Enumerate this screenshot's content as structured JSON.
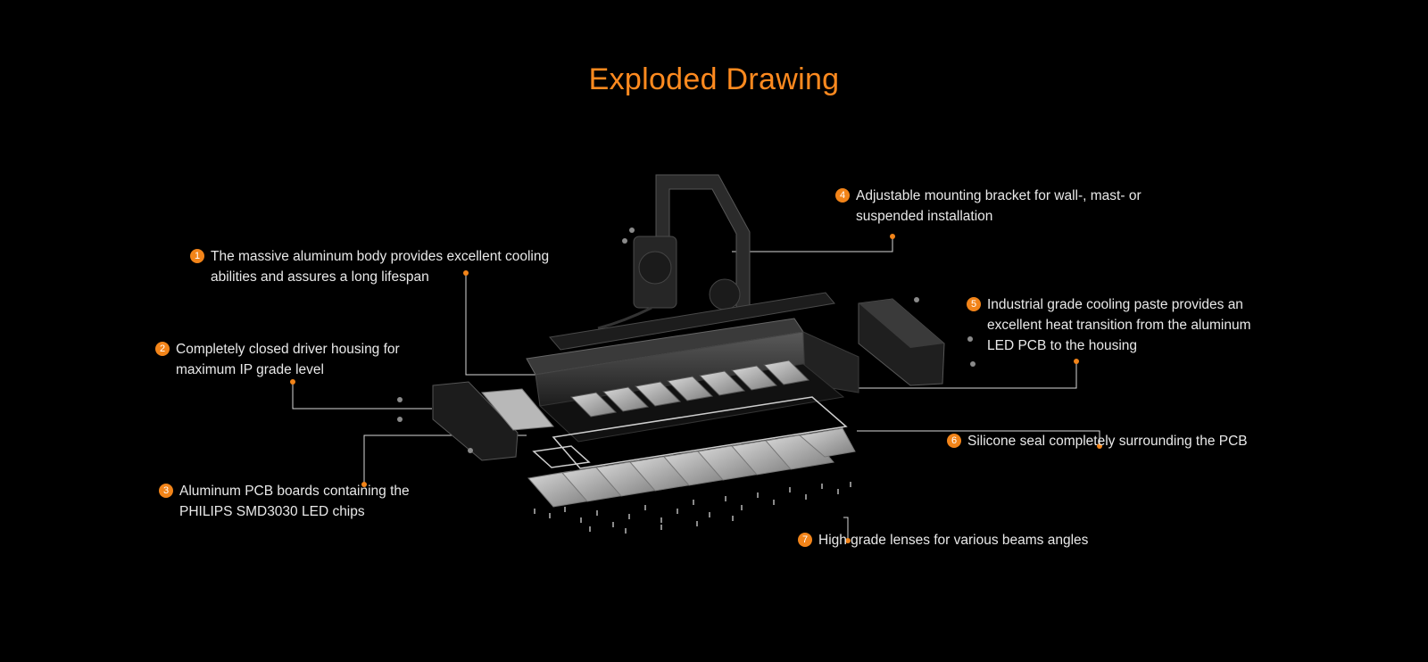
{
  "title": "Exploded Drawing",
  "accent_color": "#ff8a1f",
  "callouts": [
    {
      "num": "1",
      "lines": [
        "The massive aluminum body provides excellent cooling",
        "abilities and assures a long lifespan"
      ]
    },
    {
      "num": "2",
      "lines": [
        "Completely closed driver housing for",
        "maximum IP grade level"
      ]
    },
    {
      "num": "3",
      "lines": [
        "Aluminum PCB boards containing the",
        "PHILIPS SMD3030 LED chips"
      ]
    },
    {
      "num": "4",
      "lines": [
        "Adjustable mounting bracket for wall-, mast- or",
        "suspended installation"
      ]
    },
    {
      "num": "5",
      "lines": [
        "Industrial grade cooling paste provides an",
        "excellent heat transition from the aluminum",
        "LED PCB to the housing"
      ]
    },
    {
      "num": "6",
      "lines": [
        "Silicone seal completely surrounding the PCB"
      ]
    },
    {
      "num": "7",
      "lines": [
        "High grade lenses for various beams angles"
      ]
    }
  ]
}
